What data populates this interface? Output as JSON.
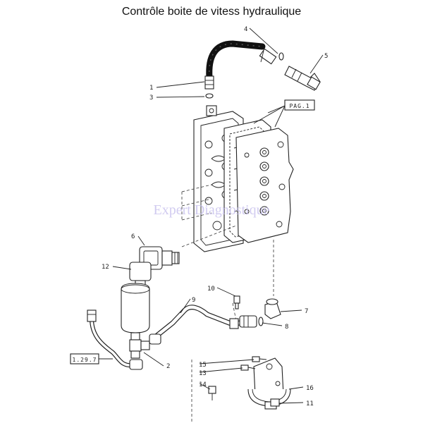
{
  "title": "Contrôle boite de vitess hydraulique",
  "watermark": "Expert Diagnostique",
  "refs": {
    "pag1": "PAG.1",
    "ref_1297": "1.29.7"
  },
  "callouts": [
    "1",
    "2",
    "3",
    "4",
    "5",
    "6",
    "7",
    "8",
    "9",
    "10",
    "11",
    "12",
    "13",
    "14",
    "15",
    "16"
  ]
}
